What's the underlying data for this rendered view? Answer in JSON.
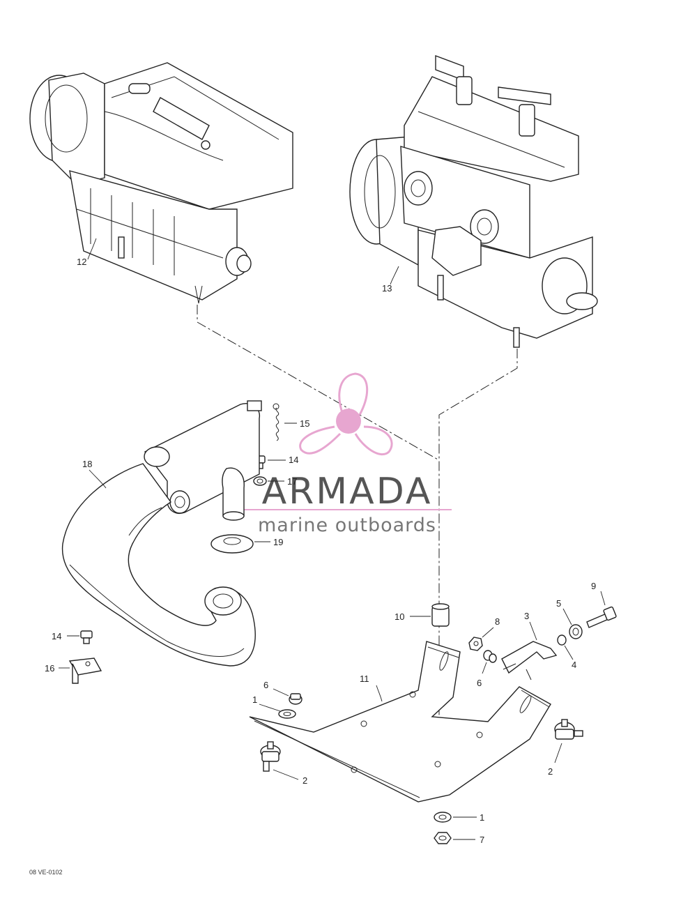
{
  "callouts": {
    "c12": "12",
    "c13": "13",
    "c15": "15",
    "c14a": "14",
    "c17": "17",
    "c18": "18",
    "c19": "19",
    "c9": "9",
    "c5": "5",
    "c3": "3",
    "c8": "8",
    "c10": "10",
    "c6a": "6",
    "c4": "4",
    "c11": "11",
    "c14b": "14",
    "c16": "16",
    "c6b": "6",
    "c1a": "1",
    "c2a": "2",
    "c2b": "2",
    "c1b": "1",
    "c7": "7"
  },
  "watermark": {
    "name": "ARMADA",
    "tagline": "marine outboards",
    "accent_color": "#e7a6d0",
    "text_color": "#5a5a5a"
  },
  "figure_code": "08 VE-0102"
}
